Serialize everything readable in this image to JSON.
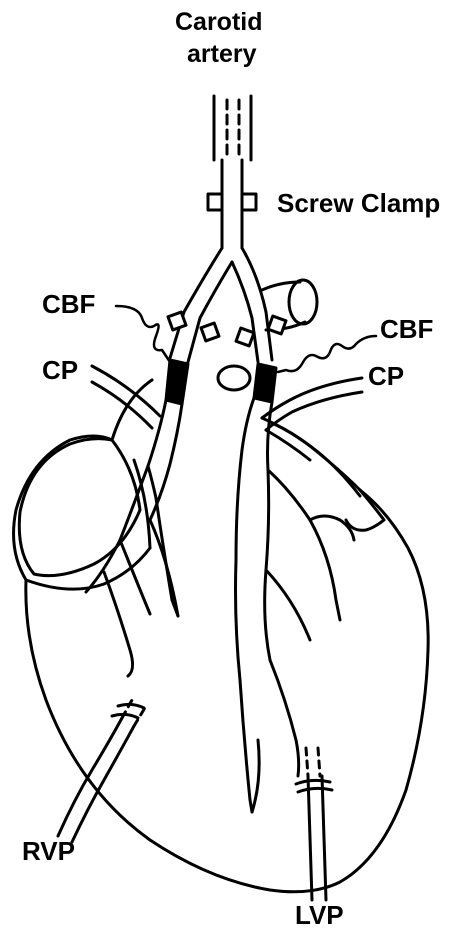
{
  "labels": {
    "carotid_line1": "Carotid",
    "carotid_line2": "artery",
    "screw_clamp": "Screw Clamp",
    "cbf_left": "CBF",
    "cp_left": "CP",
    "cbf_right": "CBF",
    "cp_right": "CP",
    "rvp": "RVP",
    "lvp": "LVP"
  },
  "colors": {
    "line": "#000000",
    "background": "#ffffff"
  }
}
